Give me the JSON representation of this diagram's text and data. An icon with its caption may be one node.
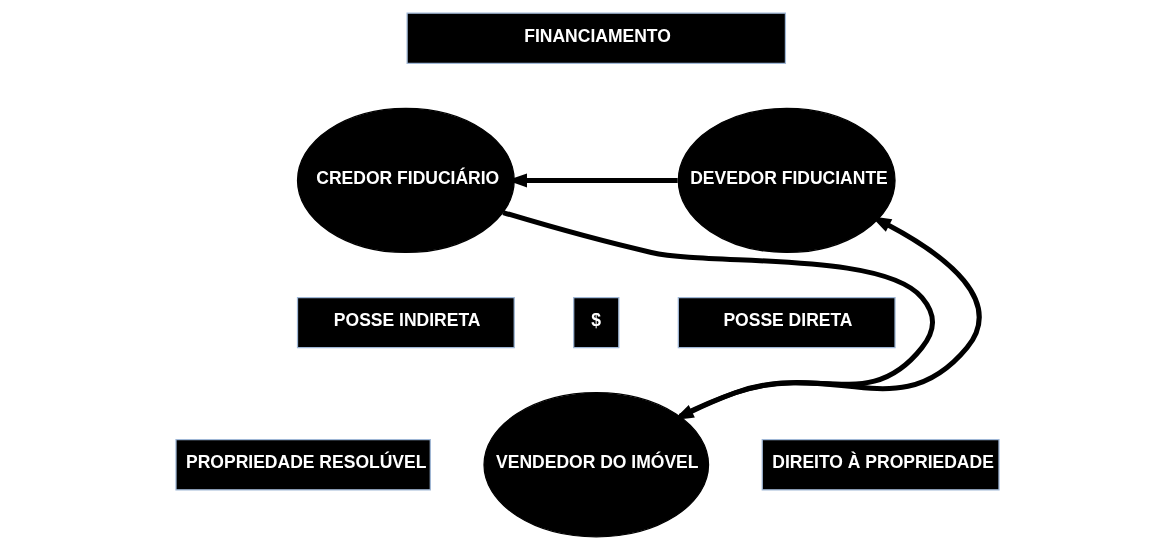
{
  "diagram": {
    "nodes": [
      {
        "text": [
          "FINANCIAMENTO"
        ]
      },
      {
        "text": [
          "CREDOR FIDUCIÁRIO"
        ]
      },
      {
        "text": [
          "DEVEDOR FIDUCIANTE"
        ]
      },
      {
        "text": [
          "$"
        ]
      },
      {
        "text": [
          "POSSE INDIRETA"
        ]
      },
      {
        "text": [
          "POSSE DIRETA"
        ]
      },
      {
        "text": [
          "PROPRIEDADE RESOLÚVEL"
        ]
      },
      {
        "text": [
          "DIREITO À PROPRIEDADE"
        ]
      },
      {
        "text": [
          "VENDEDOR DO IMÓVEL"
        ]
      }
    ],
    "edges": [
      {
        "from": 2,
        "to": 1,
        "arrow": "to"
      },
      {
        "from": 1,
        "to": 8,
        "arrow": "to"
      },
      {
        "from": 8,
        "to": 2,
        "arrow": "to"
      }
    ]
  }
}
